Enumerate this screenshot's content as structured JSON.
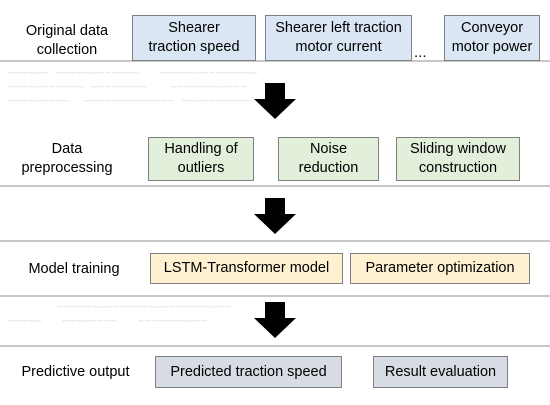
{
  "stages": [
    {
      "label_lines": [
        "Original data",
        "collection"
      ],
      "boxes": [
        {
          "lines": [
            "Shearer",
            "traction speed"
          ]
        },
        {
          "lines": [
            "Shearer left traction",
            "motor current"
          ]
        },
        {
          "lines": [
            "Conveyor",
            "motor power"
          ]
        }
      ],
      "ellipsis": "..."
    },
    {
      "label_lines": [
        "Data",
        "preprocessing"
      ],
      "boxes": [
        {
          "lines": [
            "Handling of",
            "outliers"
          ]
        },
        {
          "lines": [
            "Noise",
            "reduction"
          ]
        },
        {
          "lines": [
            "Sliding window",
            "construction"
          ]
        }
      ]
    },
    {
      "label_lines": [
        "Model training"
      ],
      "boxes": [
        {
          "lines": [
            "LSTM-Transformer model"
          ]
        },
        {
          "lines": [
            "Parameter optimization"
          ]
        }
      ]
    },
    {
      "label_lines": [
        "Predictive output"
      ],
      "boxes": [
        {
          "lines": [
            "Predicted traction speed"
          ]
        },
        {
          "lines": [
            "Result evaluation"
          ]
        }
      ]
    }
  ],
  "colors": {
    "stage1_box": "#dbe6f4",
    "stage2_box": "#e2efda",
    "stage3_box": "#fdf1d2",
    "stage4_box": "#d7dbe3",
    "arrow": "#000000",
    "rule": "#c8c8c8"
  }
}
